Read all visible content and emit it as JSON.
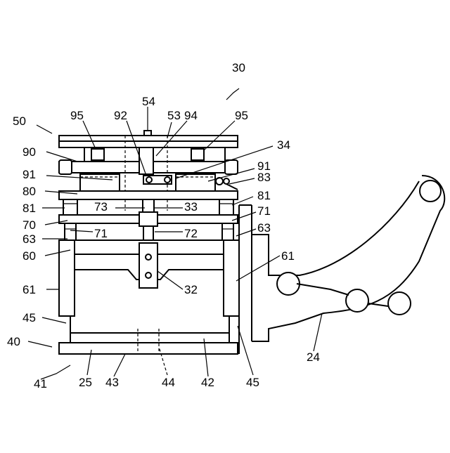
{
  "figure": {
    "labels": {
      "l30": "30",
      "l50": "50",
      "l54": "54",
      "l95a": "95",
      "l92": "92",
      "l53": "53",
      "l94": "94",
      "l95b": "95",
      "l34": "34",
      "l90": "90",
      "l91a": "91",
      "l91b": "91",
      "l83": "83",
      "l80": "80",
      "l81a": "81",
      "l81b": "81",
      "l73": "73",
      "l33": "33",
      "l70": "70",
      "l71a": "71",
      "l71b": "71",
      "l72": "72",
      "l63a": "63",
      "l63b": "63",
      "l60": "60",
      "l61a": "61",
      "l61b": "61",
      "l32": "32",
      "l45a": "45",
      "l45b": "45",
      "l40": "40",
      "l24": "24",
      "l41": "41",
      "l25": "25",
      "l43": "43",
      "l44": "44",
      "l42": "42"
    }
  }
}
